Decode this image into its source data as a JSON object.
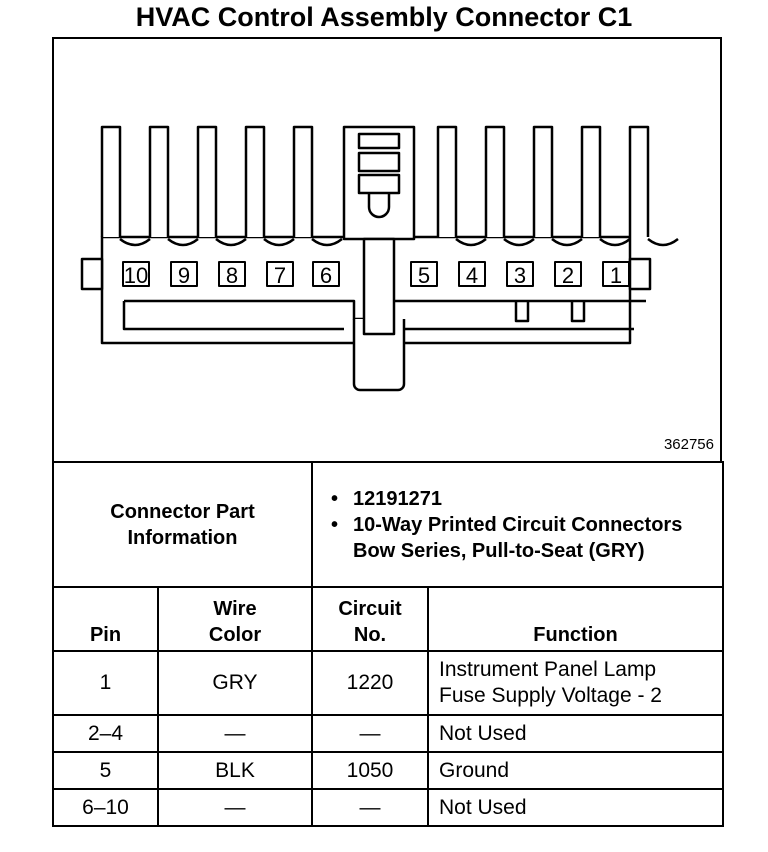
{
  "title": "HVAC Control Assembly Connector C1",
  "figure_number": "362756",
  "connector": {
    "pins_left": [
      "10",
      "9",
      "8",
      "7",
      "6"
    ],
    "pins_right": [
      "5",
      "4",
      "3",
      "2",
      "1"
    ]
  },
  "part_info": {
    "label_line1": "Connector Part",
    "label_line2": "Information",
    "items": [
      "12191271",
      "10-Way Printed Circuit Connectors Bow Series, Pull-to-Seat (GRY)"
    ]
  },
  "table": {
    "headers": {
      "pin": "Pin",
      "wire_line1": "Wire",
      "wire_line2": "Color",
      "circuit_line1": "Circuit",
      "circuit_line2": "No.",
      "function": "Function"
    },
    "rows": [
      {
        "pin": "1",
        "wire": "GRY",
        "circuit": "1220",
        "function_line1": "Instrument Panel Lamp",
        "function_line2": "Fuse Supply Voltage - 2"
      },
      {
        "pin": "2–4",
        "wire": "—",
        "circuit": "—",
        "function_line1": "Not Used",
        "function_line2": ""
      },
      {
        "pin": "5",
        "wire": "BLK",
        "circuit": "1050",
        "function_line1": "Ground",
        "function_line2": ""
      },
      {
        "pin": "6–10",
        "wire": "—",
        "circuit": "—",
        "function_line1": "Not Used",
        "function_line2": ""
      }
    ]
  }
}
